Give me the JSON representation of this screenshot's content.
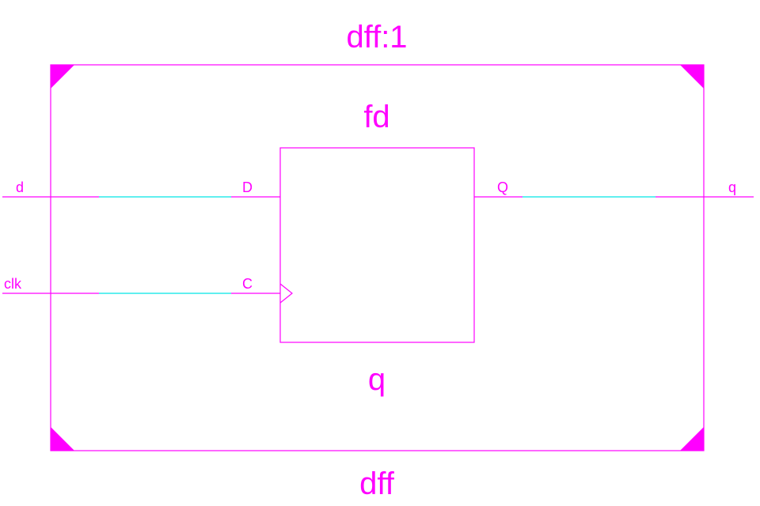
{
  "colors": {
    "primary": "#ff00ff",
    "wire": "#00e5e5",
    "background": "#ffffff"
  },
  "instance": {
    "name": "dff:1",
    "module": "dff"
  },
  "cell": {
    "type": "fd",
    "name": "q",
    "pin_d": "D",
    "pin_c": "C",
    "pin_q": "Q"
  },
  "ports": {
    "in_d": "d",
    "in_clk": "clk",
    "out_q": "q"
  }
}
